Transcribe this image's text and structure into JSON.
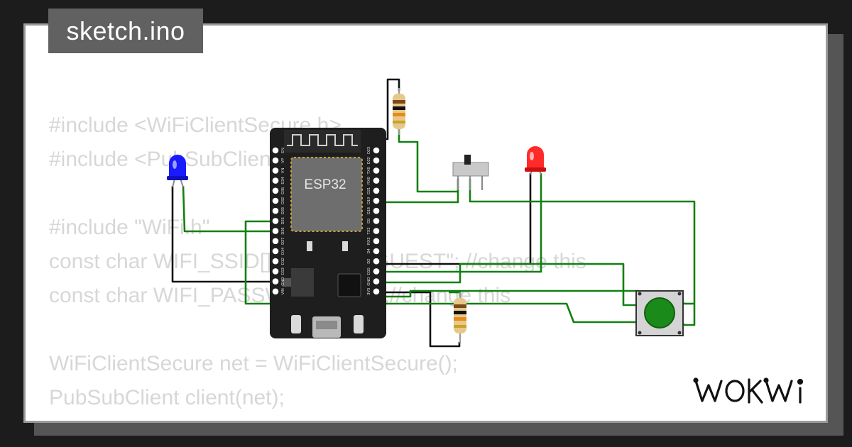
{
  "title": "sketch.ino",
  "code_lines": [
    "#include <WiFiClientSecure.h>",
    "#include <PubSubClient.h>",
    "",
    "#include \"WiFi.h\"",
    "const char WIFI_SSID[] = \"Wokwi-GUEST\"; //change this",
    "const char WIFI_PASSWORD[] = \"\";//change this",
    "",
    "WiFiClientSecure net = WiFiClientSecure();",
    "PubSubClient client(net);"
  ],
  "board": {
    "chip_label": "ESP32",
    "left_pins": [
      "EN",
      "VP",
      "VN",
      "D34",
      "D35",
      "D32",
      "D33",
      "D25",
      "D26",
      "D27",
      "D14",
      "D12",
      "D13",
      "GND",
      "VIN"
    ],
    "right_pins": [
      "D23",
      "D22",
      "TX0",
      "RX0",
      "D21",
      "D19",
      "D18",
      "D5",
      "TX2",
      "RX2",
      "D4",
      "D2",
      "D15",
      "GND",
      "3V3"
    ]
  },
  "components": {
    "led_left_color": "blue",
    "led_right_color": "red",
    "button_color": "green"
  },
  "colors": {
    "wire_green": "#128012",
    "wire_black": "#111111",
    "led_blue": "#1a1aff",
    "led_red": "#ff2a2a",
    "button_green": "#1a8a1a",
    "board": "#1e1e1e"
  },
  "logo": "WOKWi"
}
